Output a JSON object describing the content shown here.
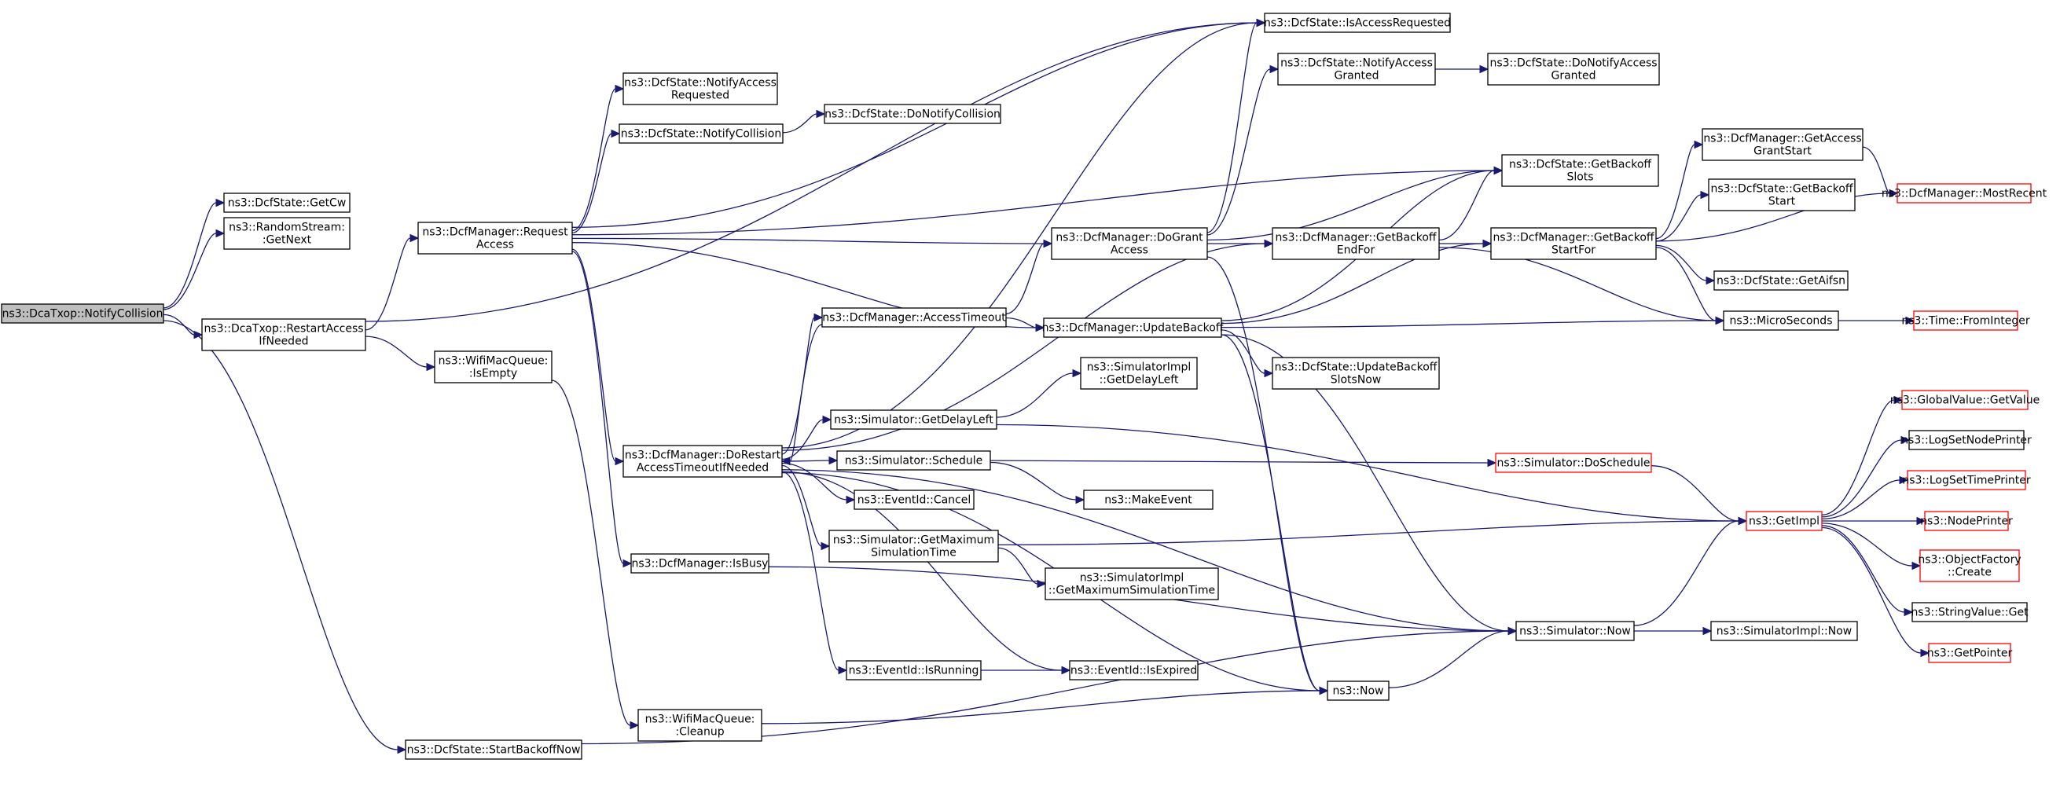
{
  "colors": {
    "edge": "#191970",
    "node_border": "#000000",
    "truncated_border": "#ff0000",
    "root_fill": "#bfbfbf"
  },
  "nodes": [
    {
      "id": "n0",
      "lines": [
        "ns3::DcaTxop::NotifyCollision"
      ],
      "style": "root"
    },
    {
      "id": "n1",
      "lines": [
        "ns3::DcfState::GetCw"
      ],
      "style": "black"
    },
    {
      "id": "n2",
      "lines": [
        "ns3::RandomStream:",
        ":GetNext"
      ],
      "style": "black"
    },
    {
      "id": "n3",
      "lines": [
        "ns3::DcaTxop::RestartAccess",
        "IfNeeded"
      ],
      "style": "black"
    },
    {
      "id": "n4",
      "lines": [
        "ns3::DcfState::StartBackoffNow"
      ],
      "style": "black"
    },
    {
      "id": "n5",
      "lines": [
        "ns3::DcfManager::Request",
        "Access"
      ],
      "style": "black"
    },
    {
      "id": "n6",
      "lines": [
        "ns3::WifiMacQueue:",
        ":IsEmpty"
      ],
      "style": "black"
    },
    {
      "id": "n7",
      "lines": [
        "ns3::DcfState::NotifyAccess",
        "Requested"
      ],
      "style": "black"
    },
    {
      "id": "n8",
      "lines": [
        "ns3::DcfState::NotifyCollision"
      ],
      "style": "black"
    },
    {
      "id": "n9",
      "lines": [
        "ns3::DcfManager::DoRestart",
        "AccessTimeoutIfNeeded"
      ],
      "style": "black"
    },
    {
      "id": "n10",
      "lines": [
        "ns3::DcfManager::IsBusy"
      ],
      "style": "black"
    },
    {
      "id": "n11",
      "lines": [
        "ns3::WifiMacQueue:",
        ":Cleanup"
      ],
      "style": "black"
    },
    {
      "id": "n12",
      "lines": [
        "ns3::DcfState::DoNotifyCollision"
      ],
      "style": "black"
    },
    {
      "id": "n13",
      "lines": [
        "ns3::DcfManager::AccessTimeout"
      ],
      "style": "black"
    },
    {
      "id": "n14",
      "lines": [
        "ns3::Simulator::GetDelayLeft"
      ],
      "style": "black"
    },
    {
      "id": "n15",
      "lines": [
        "ns3::Simulator::Schedule"
      ],
      "style": "black"
    },
    {
      "id": "n16",
      "lines": [
        "ns3::EventId::Cancel"
      ],
      "style": "black"
    },
    {
      "id": "n17",
      "lines": [
        "ns3::Simulator::GetMaximum",
        "SimulationTime"
      ],
      "style": "black"
    },
    {
      "id": "n18",
      "lines": [
        "ns3::EventId::IsRunning"
      ],
      "style": "black"
    },
    {
      "id": "n19",
      "lines": [
        "ns3::DcfState::IsAccessRequested"
      ],
      "style": "black"
    },
    {
      "id": "n20",
      "lines": [
        "ns3::DcfState::NotifyAccess",
        "Granted"
      ],
      "style": "black"
    },
    {
      "id": "n21",
      "lines": [
        "ns3::DcfManager::DoGrant",
        "Access"
      ],
      "style": "black"
    },
    {
      "id": "n22",
      "lines": [
        "ns3::DcfManager::UpdateBackoff"
      ],
      "style": "black"
    },
    {
      "id": "n23",
      "lines": [
        "ns3::SimulatorImpl",
        "::GetDelayLeft"
      ],
      "style": "black"
    },
    {
      "id": "n24",
      "lines": [
        "ns3::MakeEvent"
      ],
      "style": "black"
    },
    {
      "id": "n25",
      "lines": [
        "ns3::SimulatorImpl",
        "::GetMaximumSimulationTime"
      ],
      "style": "black"
    },
    {
      "id": "n26",
      "lines": [
        "ns3::EventId::IsExpired"
      ],
      "style": "black"
    },
    {
      "id": "n27",
      "lines": [
        "ns3::Now"
      ],
      "style": "black"
    },
    {
      "id": "n28",
      "lines": [
        "ns3::DcfState::DoNotifyAccess",
        "Granted"
      ],
      "style": "black"
    },
    {
      "id": "n29",
      "lines": [
        "ns3::DcfManager::GetBackoff",
        "EndFor"
      ],
      "style": "black"
    },
    {
      "id": "n30",
      "lines": [
        "ns3::DcfState::UpdateBackoff",
        "SlotsNow"
      ],
      "style": "black"
    },
    {
      "id": "n31",
      "lines": [
        "ns3::DcfState::GetBackoff",
        "Slots"
      ],
      "style": "black"
    },
    {
      "id": "n32",
      "lines": [
        "ns3::DcfManager::GetBackoff",
        "StartFor"
      ],
      "style": "black"
    },
    {
      "id": "n33",
      "lines": [
        "ns3::Simulator::DoSchedule"
      ],
      "style": "red"
    },
    {
      "id": "n34",
      "lines": [
        "ns3::Simulator::Now"
      ],
      "style": "black"
    },
    {
      "id": "n35",
      "lines": [
        "ns3::DcfManager::GetAccess",
        "GrantStart"
      ],
      "style": "black"
    },
    {
      "id": "n36",
      "lines": [
        "ns3::DcfState::GetBackoff",
        "Start"
      ],
      "style": "black"
    },
    {
      "id": "n37",
      "lines": [
        "ns3::DcfState::GetAifsn"
      ],
      "style": "black"
    },
    {
      "id": "n38",
      "lines": [
        "ns3::MicroSeconds"
      ],
      "style": "black"
    },
    {
      "id": "n39",
      "lines": [
        "ns3::GetImpl"
      ],
      "style": "red"
    },
    {
      "id": "n40",
      "lines": [
        "ns3::SimulatorImpl::Now"
      ],
      "style": "black"
    },
    {
      "id": "n41",
      "lines": [
        "ns3::DcfManager::MostRecent"
      ],
      "style": "red"
    },
    {
      "id": "n42",
      "lines": [
        "ns3::Time::FromInteger"
      ],
      "style": "red"
    },
    {
      "id": "n43",
      "lines": [
        "ns3::GlobalValue::GetValue"
      ],
      "style": "red"
    },
    {
      "id": "n44",
      "lines": [
        "ns3::LogSetNodePrinter"
      ],
      "style": "black"
    },
    {
      "id": "n45",
      "lines": [
        "ns3::LogSetTimePrinter"
      ],
      "style": "red"
    },
    {
      "id": "n46",
      "lines": [
        "ns3::NodePrinter"
      ],
      "style": "red"
    },
    {
      "id": "n47",
      "lines": [
        "ns3::ObjectFactory",
        "::Create"
      ],
      "style": "red"
    },
    {
      "id": "n48",
      "lines": [
        "ns3::StringValue::Get"
      ],
      "style": "black"
    },
    {
      "id": "n49",
      "lines": [
        "ns3::GetPointer"
      ],
      "style": "red"
    }
  ],
  "edges": [
    [
      "n0",
      "n1"
    ],
    [
      "n0",
      "n2"
    ],
    [
      "n0",
      "n3"
    ],
    [
      "n0",
      "n4"
    ],
    [
      "n3",
      "n5"
    ],
    [
      "n3",
      "n6"
    ],
    [
      "n3",
      "n19"
    ],
    [
      "n4",
      "n34"
    ],
    [
      "n5",
      "n7"
    ],
    [
      "n5",
      "n8"
    ],
    [
      "n5",
      "n9"
    ],
    [
      "n5",
      "n10"
    ],
    [
      "n5",
      "n21"
    ],
    [
      "n5",
      "n22"
    ],
    [
      "n5",
      "n31"
    ],
    [
      "n5",
      "n19"
    ],
    [
      "n6",
      "n11"
    ],
    [
      "n8",
      "n12"
    ],
    [
      "n9",
      "n13"
    ],
    [
      "n9",
      "n14"
    ],
    [
      "n9",
      "n15"
    ],
    [
      "n9",
      "n16"
    ],
    [
      "n9",
      "n17"
    ],
    [
      "n9",
      "n18"
    ],
    [
      "n9",
      "n19"
    ],
    [
      "n9",
      "n26"
    ],
    [
      "n9",
      "n27"
    ],
    [
      "n9",
      "n29"
    ],
    [
      "n9",
      "n34"
    ],
    [
      "n10",
      "n34"
    ],
    [
      "n11",
      "n27"
    ],
    [
      "n13",
      "n9"
    ],
    [
      "n13",
      "n21"
    ],
    [
      "n13",
      "n22"
    ],
    [
      "n14",
      "n23"
    ],
    [
      "n14",
      "n39"
    ],
    [
      "n15",
      "n24"
    ],
    [
      "n15",
      "n33"
    ],
    [
      "n17",
      "n25"
    ],
    [
      "n17",
      "n39"
    ],
    [
      "n18",
      "n26"
    ],
    [
      "n21",
      "n19"
    ],
    [
      "n21",
      "n20"
    ],
    [
      "n21",
      "n29"
    ],
    [
      "n21",
      "n31"
    ],
    [
      "n21",
      "n27"
    ],
    [
      "n20",
      "n28"
    ],
    [
      "n22",
      "n30"
    ],
    [
      "n22",
      "n31"
    ],
    [
      "n22",
      "n32"
    ],
    [
      "n22",
      "n38"
    ],
    [
      "n22",
      "n27"
    ],
    [
      "n22",
      "n34"
    ],
    [
      "n29",
      "n31"
    ],
    [
      "n29",
      "n32"
    ],
    [
      "n29",
      "n38"
    ],
    [
      "n32",
      "n35"
    ],
    [
      "n32",
      "n36"
    ],
    [
      "n32",
      "n37"
    ],
    [
      "n32",
      "n38"
    ],
    [
      "n32",
      "n41"
    ],
    [
      "n35",
      "n41"
    ],
    [
      "n33",
      "n39"
    ],
    [
      "n34",
      "n39"
    ],
    [
      "n34",
      "n40"
    ],
    [
      "n27",
      "n34"
    ],
    [
      "n38",
      "n42"
    ],
    [
      "n39",
      "n43"
    ],
    [
      "n39",
      "n44"
    ],
    [
      "n39",
      "n45"
    ],
    [
      "n39",
      "n46"
    ],
    [
      "n39",
      "n47"
    ],
    [
      "n39",
      "n48"
    ],
    [
      "n39",
      "n49"
    ]
  ]
}
